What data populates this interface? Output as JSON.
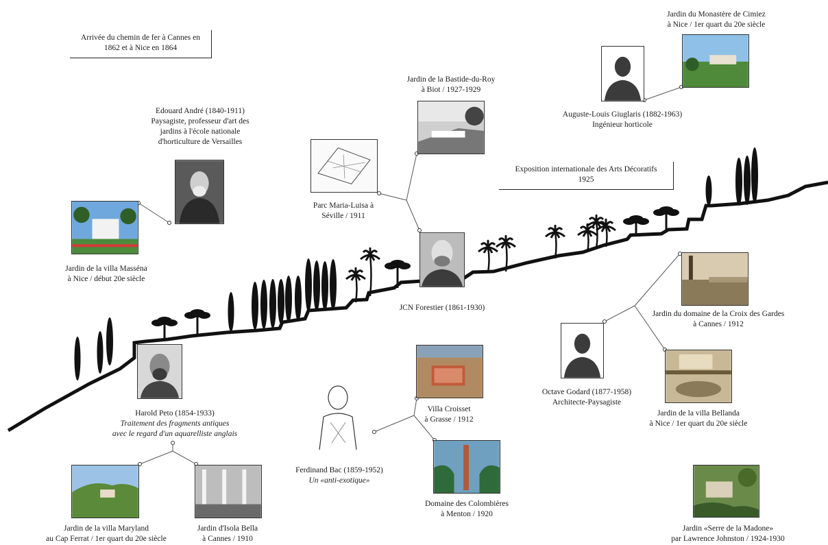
{
  "events": {
    "railway": [
      "Arrivée du chemin de fer à Cannes en",
      "1862 et à Nice en 1864"
    ],
    "exposition": [
      "Exposition internationale des Arts Décoratifs",
      "1925"
    ]
  },
  "people": {
    "andre": [
      "Edouard André (1840-1911)",
      "Paysagiste, professeur d'art des",
      "jardins à l'école nationale",
      "d'horticulture de Versailles"
    ],
    "peto": [
      "Harold Peto (1854-1933)",
      "Traitement des fragments antiques",
      "avec le regard d'un aquarelliste anglais"
    ],
    "forestier": [
      "JCN Forestier (1861-1930)"
    ],
    "bac": [
      "Ferdinand Bac (1859-1952)",
      "Un «anti-exotique»"
    ],
    "giuglaris": [
      "Auguste-Louis Giuglaris (1882-1963)",
      "Ingénieur horticole"
    ],
    "godard": [
      "Octave Godard (1877-1958)",
      "Architecte-Paysagiste"
    ]
  },
  "gardens": {
    "massena": [
      "Jardin de la villa Masséna",
      "à Nice / début 20e siècle"
    ],
    "maryland": [
      "Jardin de la villa Maryland",
      "au Cap Ferrat / 1er quart du 20e siècle"
    ],
    "isola": [
      "Jardin d'Isola Bella",
      "à Cannes / 1910"
    ],
    "maria_luisa": [
      "Parc Maria-Luisa à",
      "Séville / 1911"
    ],
    "bastide": [
      "Jardin de la Bastide-du-Roy",
      "à Biot / 1927-1929"
    ],
    "croisset": [
      "Villa Croisset",
      "à Grasse / 1912"
    ],
    "colombieres": [
      "Domaine des Colombières",
      "à Menton / 1920"
    ],
    "cimiez": [
      "Jardin du Monastère de Cimiez",
      "à Nice / 1er quart du 20e siècle"
    ],
    "croix_gardes": [
      "Jardin du domaine de la Croix des Gardes",
      "à Cannes / 1912"
    ],
    "bellanda": [
      "Jardin de la villa Bellanda",
      "à Nice / 1er quart du 20e siècle"
    ],
    "madone": [
      "Jardin «Serre de la Madone»",
      "par Lawrence Johnston / 1924-1930"
    ]
  }
}
